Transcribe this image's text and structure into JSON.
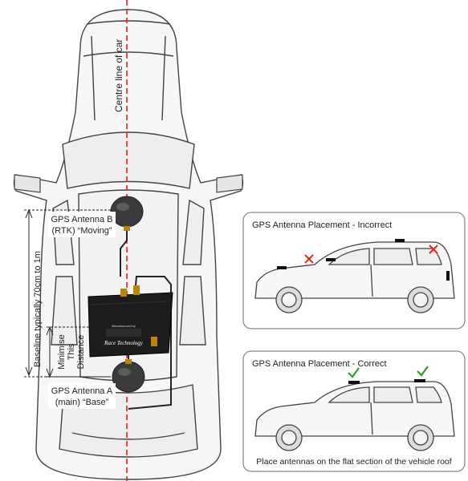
{
  "centre_line_label": "Centre line of car",
  "antenna_b": {
    "line1": "GPS Antenna B",
    "line2": "(RTK) “Moving”"
  },
  "antenna_a": {
    "line1": "GPS Antenna A",
    "line2": "(main) “Base”"
  },
  "baseline_label": "Baseline typically 70cm to 1m",
  "minimise_label": {
    "line1": "Minimise",
    "line2": "This",
    "line3": "Distance"
  },
  "receiver_brand": "Race Technology",
  "receiver_small_text": "Manufactured by",
  "panel_incorrect": {
    "title": "GPS Antenna Placement - Incorrect"
  },
  "panel_correct": {
    "title": "GPS Antenna Placement - Correct",
    "caption": "Place antennas on the flat section of the vehicle roof"
  },
  "colors": {
    "centre_line": "#d9232e",
    "wrong_mark": "#e2261d",
    "correct_mark": "#2ca02c",
    "antenna": "#3a3a3a",
    "receiver": "#1c1c1c",
    "panel_border": "#8a8a8a"
  }
}
